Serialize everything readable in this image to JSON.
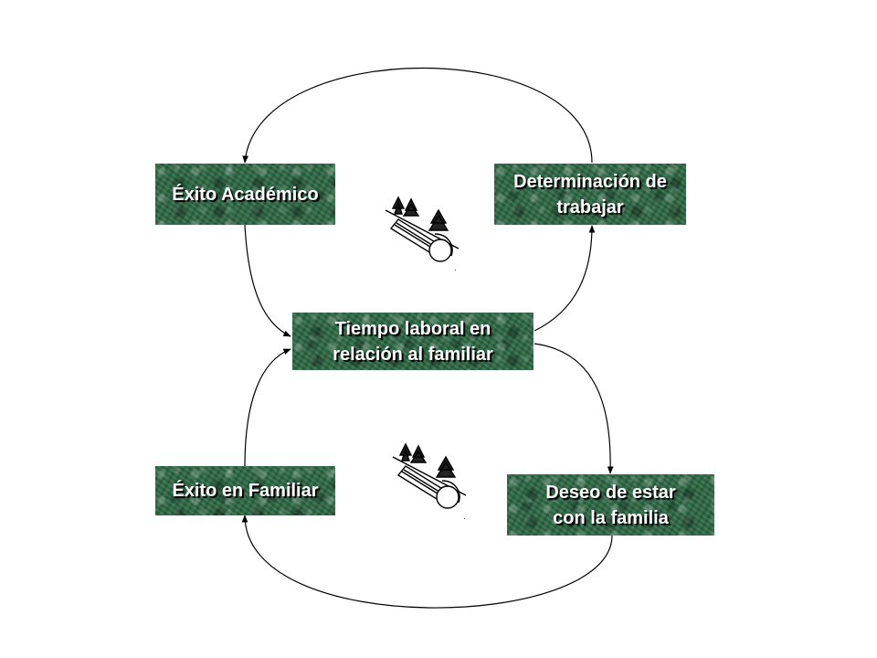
{
  "nodes": {
    "exito_academico": {
      "lines": [
        "Éxito Académico"
      ]
    },
    "determinacion": {
      "lines": [
        "Determinación de",
        "trabajar"
      ]
    },
    "tiempo_laboral": {
      "lines": [
        "Tiempo laboral en",
        "relación al familiar"
      ]
    },
    "exito_familiar": {
      "lines": [
        "Éxito en Familiar"
      ]
    },
    "deseo_familia": {
      "lines": [
        "Deseo de estar",
        "con la familia"
      ]
    }
  },
  "clipart": [
    {
      "icon": "trees-and-log-clipart-icon",
      "caption": "."
    },
    {
      "icon": "trees-and-log-clipart-icon",
      "caption": "."
    }
  ],
  "colors": {
    "box_green": "#2d6a45",
    "text": "#ffffff",
    "arrow": "#000000"
  }
}
